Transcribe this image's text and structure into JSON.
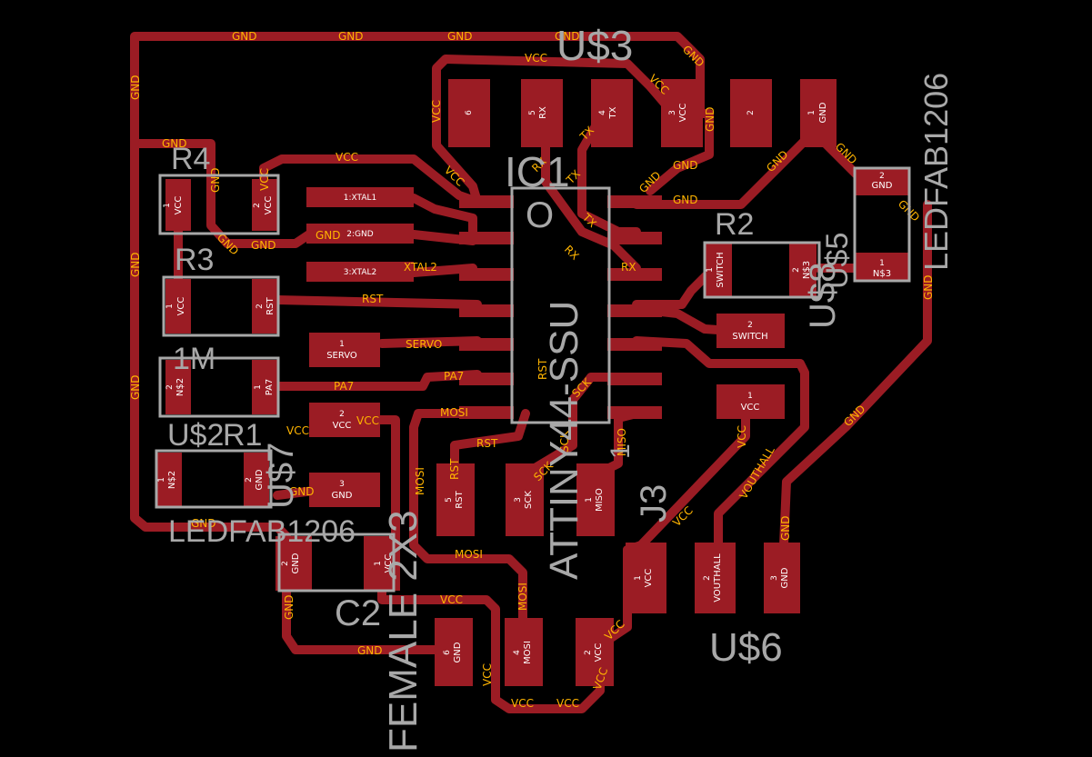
{
  "colors": {
    "background": "#000000",
    "copper": "#9b1c24",
    "net_label": "#ffb400",
    "pad_text": "#ffffff",
    "silkscreen": "#a8a8a8"
  },
  "parts": {
    "u3": "U$3",
    "ic1": "IC1",
    "ic1_value": "ATTINY44-SSU",
    "r4": "R4",
    "r3": "R3",
    "r2": "R2",
    "r1": "R1",
    "one_m": "1M",
    "u2": "U$2",
    "u7": "U$7",
    "u6": "U$6",
    "u5": "U$5",
    "u8": "U$8",
    "c2": "C2",
    "j3": "J3",
    "j3_pin1": "1",
    "led_left": "LEDFAB1206",
    "led_right": "LEDFAB1206",
    "header": "FEMALE 2X3",
    "ic1_pin1_dot": "O"
  },
  "nets": {
    "gnd": "GND",
    "vcc": "VCC",
    "rx": "RX",
    "tx": "TX",
    "rst": "RST",
    "servo": "SERVO",
    "pa7": "PA7",
    "mosi": "MOSI",
    "miso": "MISO",
    "sck": "SCK",
    "xtal2": "XTAL2",
    "vouthall": "VOUTHALL",
    "switch": "SWITCH"
  },
  "pads": {
    "u3": [
      {
        "num": "6",
        "name": ""
      },
      {
        "num": "5",
        "name": "RX"
      },
      {
        "num": "4",
        "name": "TX"
      },
      {
        "num": "3",
        "name": "VCC"
      },
      {
        "num": "2",
        "name": ""
      },
      {
        "num": "1",
        "name": "GND"
      }
    ],
    "xtal1": "1:XTAL1",
    "xtal_gnd": "2:GND",
    "xtal3": "3:XTAL2",
    "r4_a": {
      "num": "1",
      "name": "VCC"
    },
    "r4_b": {
      "num": "2",
      "name": "VCC"
    },
    "r3_a": {
      "num": "1",
      "name": "VCC"
    },
    "r3_b": {
      "num": "2",
      "name": "RST"
    },
    "r1_a": {
      "num": "2",
      "name": "N$2"
    },
    "r1_b": {
      "num": "1",
      "name": "PA7"
    },
    "servo1": {
      "num": "1",
      "name": "SERVO"
    },
    "servo2": {
      "num": "2",
      "name": "VCC"
    },
    "servo3": {
      "num": "3",
      "name": "GND"
    },
    "led_l_a": {
      "num": "1",
      "name": "N$2"
    },
    "led_l_b": {
      "num": "2",
      "name": "GND"
    },
    "c2_a": {
      "num": "2",
      "name": "GND"
    },
    "c2_b": {
      "num": "1",
      "name": "VCC"
    },
    "h5": {
      "num": "5",
      "name": "RST"
    },
    "h3": {
      "num": "3",
      "name": "SCK"
    },
    "h1": {
      "num": "1",
      "name": "MISO"
    },
    "h6": {
      "num": "6",
      "name": "GND"
    },
    "h4": {
      "num": "4",
      "name": "MOSI"
    },
    "h2": {
      "num": "2",
      "name": "VCC"
    },
    "sw1": {
      "num": "1",
      "name": "SWITCH"
    },
    "r2_b": {
      "num": "2",
      "name": "N$3"
    },
    "sw2": {
      "num": "2",
      "name": "SWITCH"
    },
    "hall1": {
      "num": "1",
      "name": "VCC"
    },
    "u6_1": {
      "num": "1",
      "name": "VCC"
    },
    "u6_2": {
      "num": "2",
      "name": "VOUTHALL"
    },
    "u6_3": {
      "num": "3",
      "name": "GND"
    },
    "led_r_a": {
      "num": "2",
      "name": "GND"
    },
    "led_r_b": {
      "num": "1",
      "name": "N$3"
    }
  }
}
